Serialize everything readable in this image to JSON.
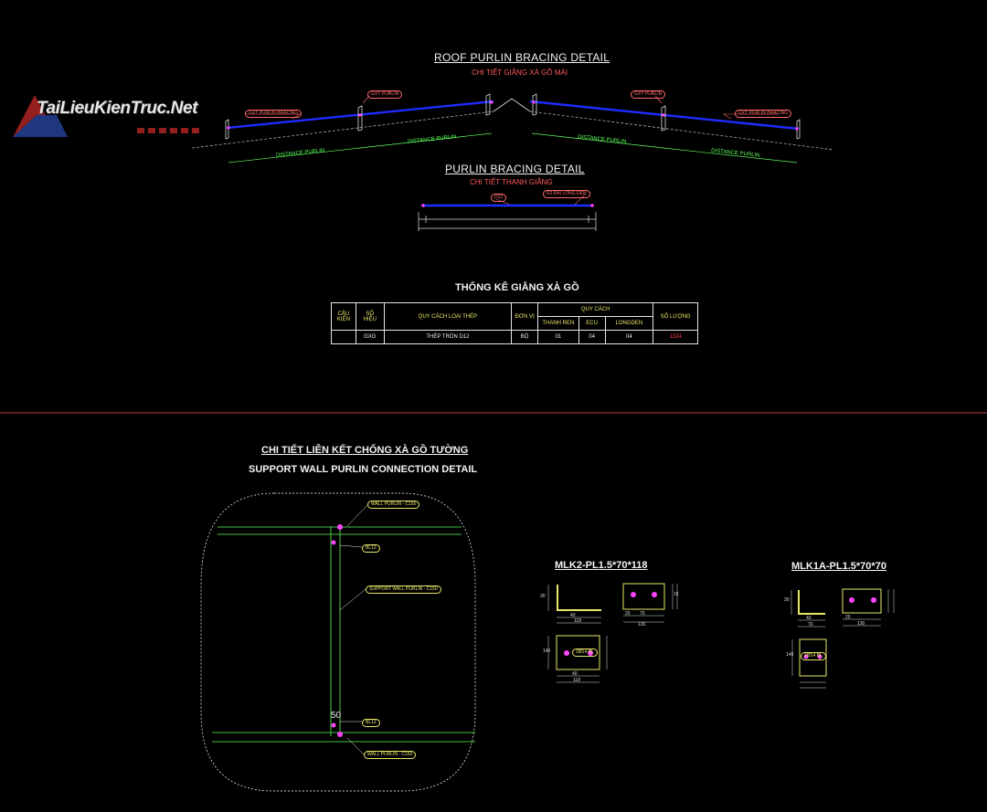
{
  "watermark": {
    "text": "TaiLieuKienTruc.Net"
  },
  "roof_detail": {
    "title": "ROOF PURLIN BRACING DETAIL",
    "subtitle": "CHI TIẾT GIẰNG XÀ GỒ MÁI",
    "tags": {
      "sag_rod_left": "GXT PURLIN BRACING",
      "purlin_left": "GXY PURLIN",
      "purlin_right": "GXY PURLIN",
      "sag_rod_right": "GXT PURLIN BRACING"
    },
    "labels": {
      "distance_purlin": "DISTANCE PURLIN"
    }
  },
  "bracing_detail": {
    "title": "PURLIN BRACING DETAIL",
    "subtitle": "CHI TIẾT THANH GIẰNG",
    "tags": {
      "rod": "D12",
      "length": "R2 ĐAI LONG ĐEN"
    }
  },
  "table": {
    "title": "THỐNG KÊ GIẰNG XÀ GỒ",
    "headers": {
      "cau_kien_1": "CẤU",
      "cau_kien_2": "KIỆN",
      "so_hieu_1": "SỐ",
      "so_hieu_2": "HIỆU",
      "loai_thep": "QUY CÁCH LOẠI THÉP",
      "don_vi": "ĐƠN VỊ",
      "quy_cach": "QUY CÁCH",
      "thanh_ren": "THANH REN",
      "ecu": "ECU",
      "longden": "LONGDEN",
      "so_luong": "SỐ LƯỢNG"
    },
    "row": {
      "cau_kien": "",
      "so_hieu": "GXG",
      "loai_thep": "THÉP TRÒN D12",
      "don_vi": "BỘ",
      "thanh_ren": "01",
      "ecu": "04",
      "longden": "04",
      "so_luong": "1324"
    }
  },
  "wall_detail": {
    "title_vn": "CHI TIẾT LIÊN KẾT CHỐNG XÀ GỒ TƯỜNG",
    "title_en": "SUPPORT WALL PURLIN CONNECTION DETAIL",
    "tags": {
      "wall_purlin_top": "WALL PURLIN - C150",
      "bolt_top": "BL12",
      "support": "SUPPORT WALL PURLIN - C150",
      "bolt_bottom": "BL12",
      "wall_purlin_bottom": "WALL PURLIN - C150"
    },
    "dim_50": "50"
  },
  "mlk2": {
    "title": "MLK2-PL1.5*70*118",
    "dims": {
      "d30": "30",
      "d40": "40",
      "d118a": "118",
      "d70": "70",
      "d20": "20",
      "d15": "15",
      "d130": "130",
      "d40b": "40",
      "d118b": "118",
      "d140": "140",
      "hole": "2Ø14 BL"
    }
  },
  "mlk1a": {
    "title": "MLK1A-PL1.5*70*70",
    "dims": {
      "d30": "30",
      "d40": "40",
      "d70": "70",
      "d20": "20",
      "d130": "130",
      "d140": "140",
      "hole": "2Ø14 BL"
    }
  },
  "colors": {
    "background": "#000000",
    "purlin_line": "#1e2cff",
    "member": "#5cff5c",
    "tag": "#ff6a6a",
    "plate": "#e8e86a",
    "hole": "#ff44ff",
    "divider": "#ff5050"
  }
}
